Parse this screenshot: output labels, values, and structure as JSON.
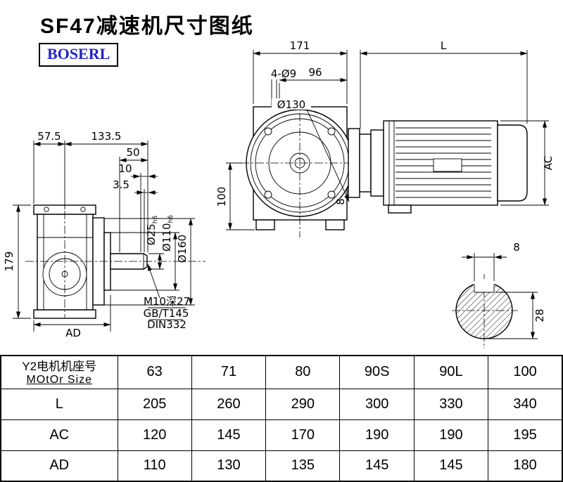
{
  "page": {
    "title": "SF47减速机尺寸图纸",
    "brand": "BOSERL"
  },
  "drawing": {
    "front_view": {
      "dim_total_width": "171",
      "dim_bolt_holes": "4-Ø9",
      "dim_inner_width": "96",
      "dim_bolt_circle": "Ø130",
      "dim_center_height": "100",
      "dim_label_8": "8"
    },
    "motor_view": {
      "dim_length": "L",
      "dim_diameter": "AC"
    },
    "side_view": {
      "dim_57_5": "57.5",
      "dim_133_5": "133.5",
      "dim_50": "50",
      "dim_10": "10",
      "dim_3_5": "3.5",
      "dim_height": "179",
      "dim_ad": "AD",
      "shaft_dia": "Ø25",
      "shaft_tol": "h6",
      "spigot_dia": "Ø110",
      "spigot_tol": "h6",
      "flange_dia": "Ø160",
      "note_tap": "M10深27",
      "note_std1": "GB/T145",
      "note_std2": "DIN332"
    },
    "shaft_section": {
      "dim_key_width": "8",
      "dim_key_depth": "28"
    }
  },
  "table": {
    "header": {
      "label_cn": "Y2电机机座号",
      "label_en": "MOtOr Size",
      "columns": [
        "63",
        "71",
        "80",
        "90S",
        "90L",
        "100"
      ]
    },
    "rows": [
      {
        "label": "L",
        "values": [
          "205",
          "260",
          "290",
          "300",
          "330",
          "340"
        ]
      },
      {
        "label": "AC",
        "values": [
          "120",
          "145",
          "170",
          "190",
          "190",
          "195"
        ]
      },
      {
        "label": "AD",
        "values": [
          "110",
          "130",
          "135",
          "145",
          "145",
          "180"
        ]
      }
    ]
  }
}
